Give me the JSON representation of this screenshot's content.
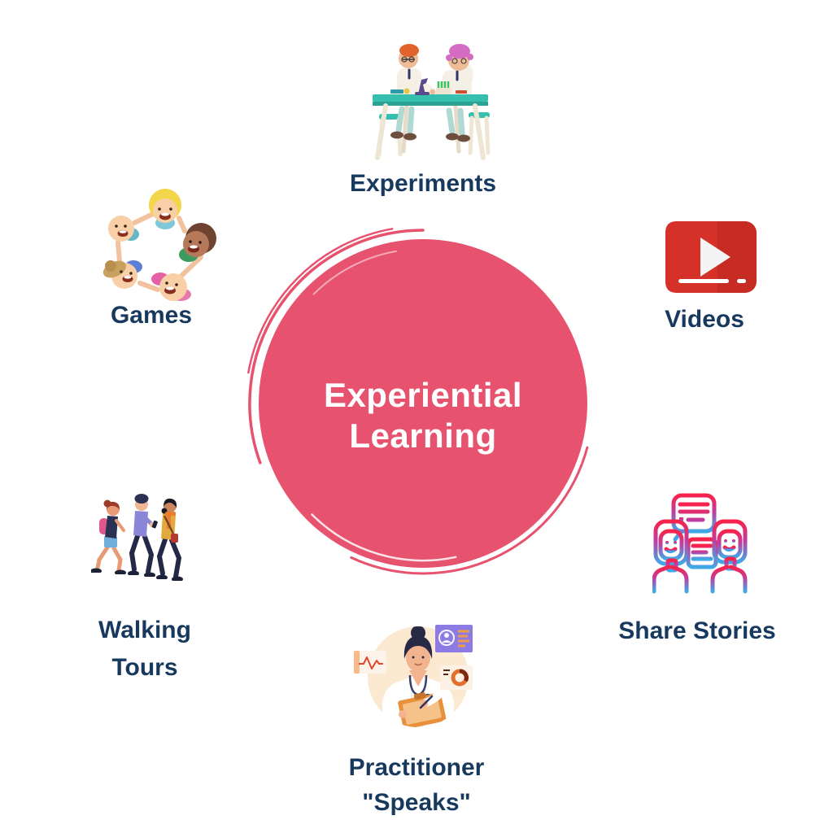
{
  "diagram_title": "Experiential Learning",
  "center": {
    "line1": "Experiential",
    "line2": "Learning"
  },
  "nodes": [
    {
      "id": "experiments",
      "label": "Experiments",
      "position": "top",
      "icon": "scientists-at-table-illustration"
    },
    {
      "id": "games",
      "label": "Games",
      "position": "upper-left",
      "icon": "kids-holding-hands-circle-illustration"
    },
    {
      "id": "videos",
      "label": "Videos",
      "position": "upper-right",
      "icon": "youtube-play-icon"
    },
    {
      "id": "share-stories",
      "label": "Share Stories",
      "position": "lower-right",
      "icon": "two-people-chat-gradient-icon"
    },
    {
      "id": "practitioner-speaks",
      "label_line1": "Practitioner",
      "label_line2": "\"Speaks\"",
      "position": "bottom",
      "icon": "doctor-with-clipboard-illustration"
    },
    {
      "id": "walking-tours",
      "label_line1": "Walking",
      "label_line2": "Tours",
      "position": "lower-left",
      "icon": "three-people-walking-illustration"
    }
  ],
  "colors": {
    "center_circle": "#E7536F",
    "center_text": "#FFFFFF",
    "label_text": "#17395E",
    "youtube_red_left": "#D53129",
    "youtube_red_right": "#C62B24",
    "gradient_icon_top": "#F7234B",
    "gradient_icon_mid": "#C13C9E",
    "gradient_icon_bottom": "#3FA9E8"
  }
}
